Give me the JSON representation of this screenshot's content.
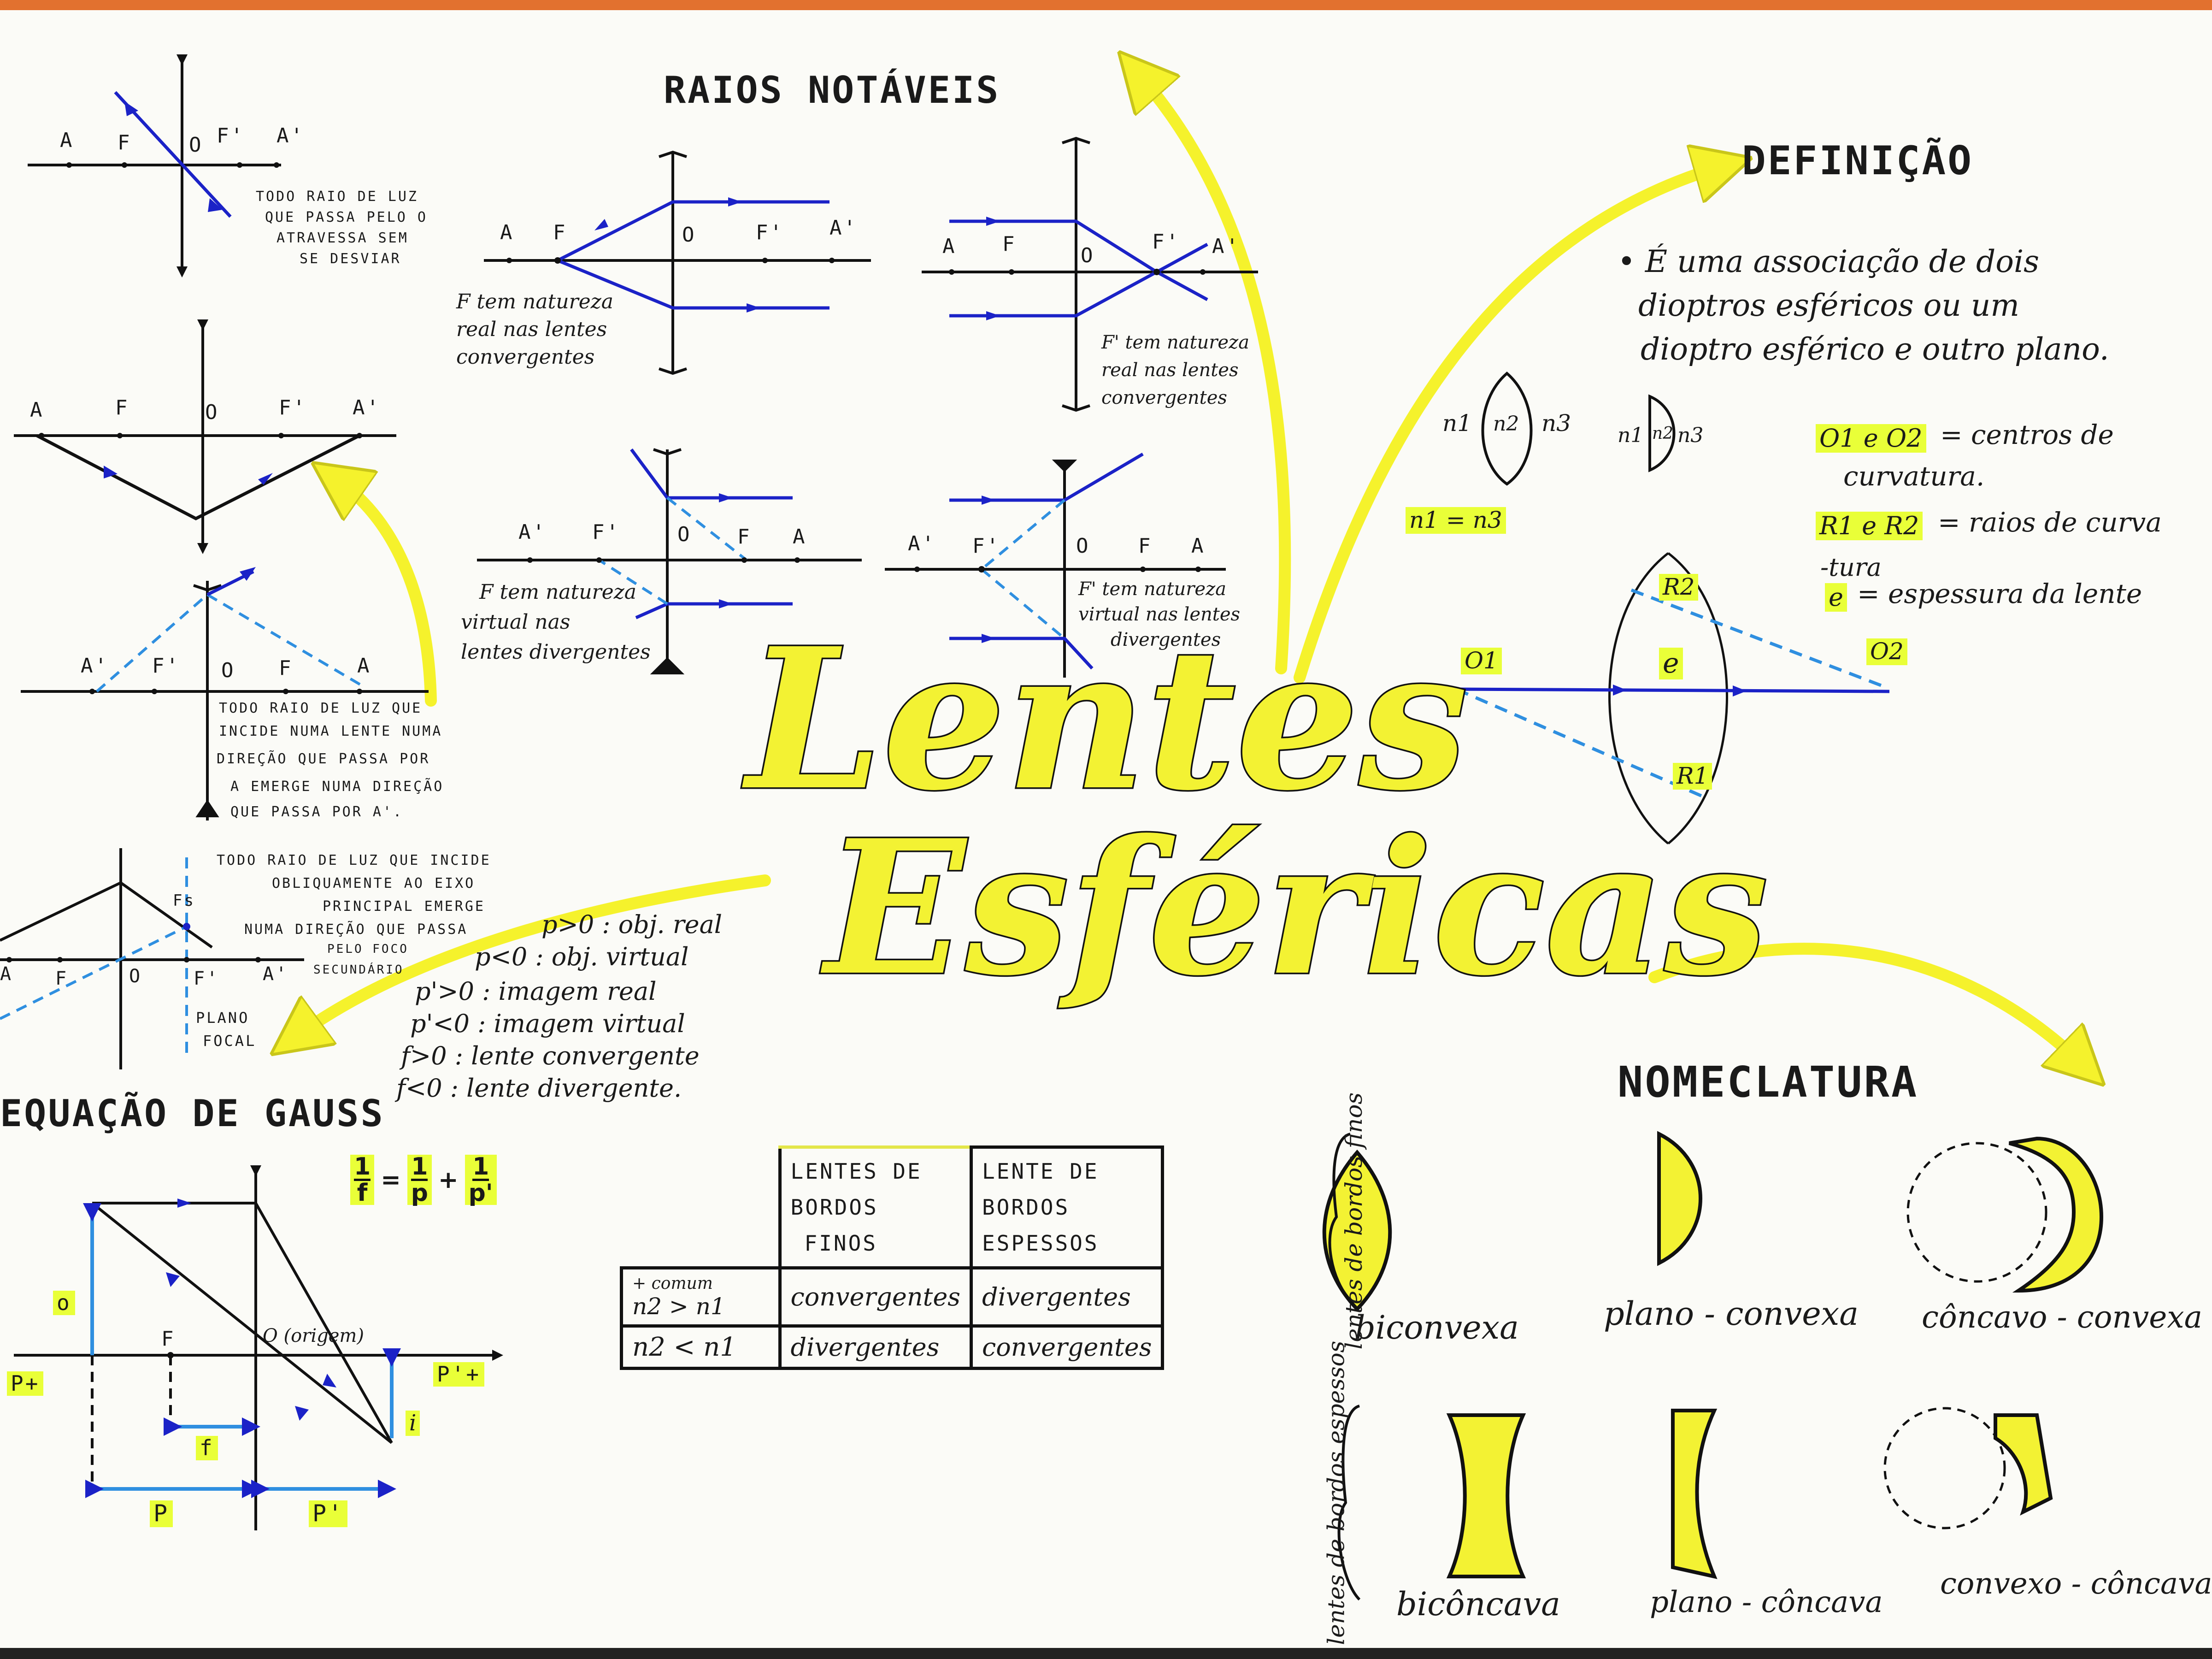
{
  "title": {
    "line1": "Lentes",
    "line2": "Esféricas"
  },
  "colors": {
    "highlight": "#e9ff38",
    "title_fill": "#f3f233",
    "ray_blue": "#1b22c7",
    "dashed_blue": "#2f8fe0",
    "ink": "#111111",
    "arrow_yellow": "#f5f22c"
  },
  "raios_notaveis": {
    "heading": "RAIOS NOTÁVEIS",
    "d1_labels": {
      "a": "A",
      "f": "F",
      "o": "O",
      "fp": "F'",
      "ap": "A'"
    },
    "d1_note": [
      "F tem natureza",
      "real nas lentes",
      "convergentes"
    ],
    "d2_labels": {
      "a": "A",
      "f": "F",
      "o": "O",
      "fp": "F'",
      "ap": "A'"
    },
    "d2_note": [
      "F' tem natureza",
      "real nas lentes",
      "convergentes"
    ],
    "d3_labels": {
      "ap": "A'",
      "fp": "F'",
      "o": "O",
      "f": "F",
      "a": "A"
    },
    "d3_note": [
      "F tem natureza",
      "virtual nas",
      "lentes divergentes"
    ],
    "d4_labels": {
      "ap": "A'",
      "fp": "F'",
      "o": "O",
      "f": "F",
      "a": "A"
    },
    "d4_note": [
      "F' tem natureza",
      "virtual nas lentes",
      "divergentes"
    ]
  },
  "left_col": {
    "d1_labels": {
      "a": "A",
      "f": "F",
      "o": "O",
      "fp": "F'",
      "ap": "A'"
    },
    "d1_note": [
      "TODO RAIO DE LUZ",
      "QUE PASSA PELO O",
      "ATRAVESSA SEM",
      "SE DESVIAR"
    ],
    "d2_labels": {
      "a": "A",
      "f": "F",
      "o": "O",
      "fp": "F'",
      "ap": "A'"
    },
    "d3_labels": {
      "ap": "A'",
      "fp": "F'",
      "o": "O",
      "f": "F",
      "a": "A"
    },
    "d3_note": [
      "TODO RAIO DE LUZ QUE",
      "INCIDE NUMA LENTE NUMA",
      "DIREÇÃO QUE PASSA POR",
      "A EMERGE NUMA DIREÇÃO",
      "QUE PASSA POR A'."
    ],
    "d4_labels": {
      "a": "A",
      "f": "F",
      "o": "O",
      "fp": "F'",
      "ap": "A'",
      "fs": "Fs"
    },
    "d4_note": [
      "TODO RAIO DE LUZ QUE INCIDE",
      "OBLIQUAMENTE AO EIXO",
      "PRINCIPAL EMERGE",
      "NUMA DIREÇÃO QUE PASSA",
      "PELO FOCO",
      "SECUNDÁRIO"
    ],
    "plano_focal": [
      "PLANO",
      "FOCAL"
    ]
  },
  "signs": [
    "p>0 : obj. real",
    "p<0 : obj. virtual",
    "p'>0 : imagem real",
    "p'<0 : imagem virtual",
    "f>0 : lente convergente",
    "f<0 : lente divergente."
  ],
  "gauss": {
    "heading": "EQUAÇÃO DE GAUSS",
    "equation": {
      "lhs": "1",
      "lhs_den": "f",
      "r1": "1",
      "r1_den": "p",
      "plus": "+",
      "r2": "1",
      "r2_den": "p'",
      "eq": "="
    },
    "labels": {
      "o": "o",
      "f_point": "F",
      "origin": "O (origem)",
      "p_plus": "P+",
      "pp_plus": "P'+",
      "i": "i",
      "f_len": "f",
      "p_len": "P",
      "pp_len": "P'"
    }
  },
  "table": {
    "col1": [
      "LENTES DE",
      "BORDOS",
      "FINOS"
    ],
    "col2": [
      "LENTE DE",
      "BORDOS",
      "ESPESSOS"
    ],
    "row1_head": [
      "+ comum",
      "n2 > n1"
    ],
    "row1": [
      "convergentes",
      "divergentes"
    ],
    "row2_head": "n2 < n1",
    "row2": [
      "divergentes",
      "convergentes"
    ]
  },
  "definicao": {
    "heading": "DEFINIÇÃO",
    "text": [
      "• É uma associação de dois",
      "dioptros esféricos ou um",
      "dioptro esférico e outro plano."
    ],
    "n_labels": {
      "n1": "n1",
      "n2": "n2",
      "n3": "n3",
      "n1b": "n1",
      "n2b": "n2",
      "n3b": "n3",
      "eq": "n1 = n3"
    },
    "legend": [
      {
        "key": "O1 e O2",
        "text": "= centros de",
        "text2": "curvatura."
      },
      {
        "key": "R1 e R2",
        "text": "= raios de curva",
        "text2": "-tura"
      },
      {
        "key": "e",
        "text": "= espessura da lente"
      }
    ],
    "fig_labels": {
      "r2": "R2",
      "e": "e",
      "o1": "O1",
      "o2": "O2",
      "r1": "R1"
    }
  },
  "nomenclatura": {
    "heading": "NOMECLATURA",
    "group_thin": "lentes de bordos finos",
    "group_thick": "lentes de bordos espessos",
    "thin": [
      "biconvexa",
      "plano - convexa",
      "côncavo - convexa"
    ],
    "thick": [
      "bicôncava",
      "plano - côncava",
      "convexo - côncava"
    ]
  }
}
